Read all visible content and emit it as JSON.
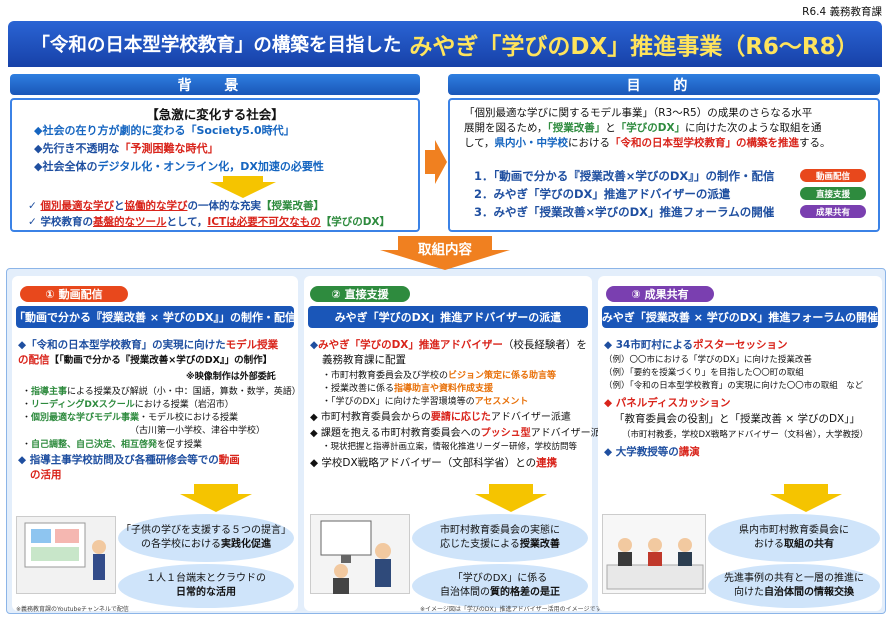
{
  "header": {
    "dept": "R6.4 義務教育課",
    "title_main": "「令和の日本型学校教育」の構築を目指した",
    "title_accent": "みやぎ「学びのDX」推進事業（R6〜R8）"
  },
  "background": {
    "heading": "背 景",
    "subtitle": "【急激に変化する社会】",
    "bullets": [
      {
        "pre": "◆社会の在り方が劇的に変わる",
        "key": "「Society5.0時代」",
        "post": ""
      },
      {
        "pre": "◆先行き不透明な",
        "key": "「予測困難な時代」",
        "post": ""
      },
      {
        "pre": "◆社会全体の",
        "key": "デジタル化・オンライン化，DX加速の必要性",
        "post": ""
      }
    ],
    "results": [
      {
        "a": "✓ ",
        "b": "個別最適な学び",
        "c": "と",
        "d": "協働的な学び",
        "e": "の一体的な充実",
        "f": "【授業改善】"
      },
      {
        "a": "✓ 学校教育の",
        "b": "基盤的なツール",
        "c": "として，",
        "d": "ICTは必要不可欠なもの",
        "e": "",
        "f": "【学びのDX】"
      }
    ]
  },
  "purpose": {
    "heading": "目 的",
    "intro": [
      "「個別最適な学びに関するモデル事業」（R3〜R5）の成果のさらなる水平",
      "展開を図るため，",
      "「授業改善」",
      "と",
      "「学びのDX」",
      "に向けた次のような取組を通",
      "して，",
      "県内小・中学校",
      "における",
      "「令和の日本型学校教育」の構築を推進",
      "する。"
    ],
    "items": [
      {
        "label": "1．「動画で分かる『授業改善×学びのDX』」の制作・配信",
        "tag": "動画配信",
        "color": "#e8481c"
      },
      {
        "label": "2．みやぎ「学びのDX」推進アドバイザーの派遣",
        "tag": "直接支援",
        "color": "#2e8b3e"
      },
      {
        "label": "3．みやぎ「授業改善×学びのDX」推進フォーラムの開催",
        "tag": "成果共有",
        "color": "#7a3fb0"
      }
    ]
  },
  "torikumi": "取組内容",
  "panel1": {
    "head": "① 動画配信",
    "sub": "「動画で分かる『授業改善 × 学びのDX』」の制作・配信",
    "l1": "◆「令和の日本型学校教育」の実現に向けた",
    "l1r": "モデル授業",
    "l2r": "の配信",
    "l2": "【「動画で分かる『授業改善×学びのDX』」の制作】",
    "l3": "※映像制作は外部委託",
    "s1": "・",
    "s1g": "指導主事",
    "s1b": "による授業及び解説（小・中：国語，算数・数学，英語）",
    "s2": "・",
    "s2g": "リーディングDXスクール",
    "s2b": "における授業（岩沼市）",
    "s3": "・",
    "s3g": "個別最適な学びモデル事業",
    "s3b": "・モデル校における授業",
    "s3c": "（古川第一小学校、津谷中学校）",
    "s4": "・",
    "s4g": "自己調整、自己決定、相互啓発",
    "s4b": "を促す授業",
    "l4": "◆ 指導主事学校訪問及び各種研修会等での",
    "l4r": "動画",
    "l5r": "の活用",
    "e1": "「子供の学びを支援する５つの提言」",
    "e2": "の各学校における",
    "e3": "実践化促進",
    "e4": "１人１台端末とクラウドの",
    "e5": "日常的な活用",
    "note": "※義務教育課のYoutubeチャンネルで配信"
  },
  "panel2": {
    "head": "② 直接支援",
    "sub": "みやぎ「学びのDX」推進アドバイザーの派遣",
    "l1a": "◆",
    "l1r": "みやぎ「学びのDX」推進アドバイザー",
    "l1b": "（校長経験者）を",
    "l2": "義務教育課に配置",
    "s1": "・市町村教育委員会及び学校の",
    "s1r": "ビジョン策定に係る助言等",
    "s2": "・授業改善に係る",
    "s2r": "指導助言や資料作成支援",
    "s3": "・「学びのDX」に向けた学習環境等の",
    "s3r": "アセスメント",
    "l3": "◆ 市町村教育委員会からの",
    "l3r": "要請に応じた",
    "l3b": "アドバイザー派遣",
    "l4": "◆ 課題を抱える市町村教育委員会への",
    "l4r": "プッシュ型",
    "l4b": "アドバイザー派遣",
    "s4": "・現状把握と指導計画立案，情報化推進リーダー研修，学校訪問等",
    "l5": "◆ 学校DX戦略アドバイザー（文部科学省）との",
    "l5r": "連携",
    "e1": "市町村教育委員会の実態に",
    "e2": "応じた支援による",
    "e3": "授業改善",
    "e4": "「学びのDX」に係る",
    "e5": "自治体間の",
    "e6": "質的格差の是正",
    "note": "※イメージ図は「学びのDX」推進アドバイザー活用のイメージです"
  },
  "panel3": {
    "head": "③ 成果共有",
    "sub": "みやぎ「授業改善 × 学びのDX」推進フォーラムの開催",
    "l1": "◆ 34市町村による",
    "l1r": "ポスターセッション",
    "s1": "（例）〇〇市における「学びのDX」に向けた授業改善",
    "s2": "（例）「要約を授業づくり」を目指した〇〇町の取組",
    "s3": "（例）「令和の日本型学校教育」の実現に向けた〇〇市の取組　など",
    "l2r": "◆ パネルディスカッション",
    "l3": "「教育委員会の役割」と「授業改善 × 学びのDX」」",
    "s4": "（市町村教委，学校DX戦略アドバイザー（文科省），大学教授）",
    "l4": "◆ 大学教授等の",
    "l4r": "講演",
    "e1": "県内市町村教育委員会に",
    "e2": "おける",
    "e3": "取組の共有",
    "e4": "先進事例の共有と一層の推進に",
    "e5": "向けた",
    "e6": "自治体間の情報交換"
  }
}
